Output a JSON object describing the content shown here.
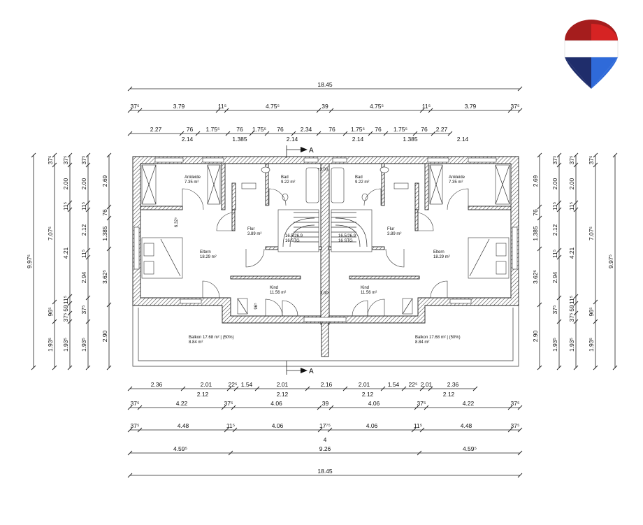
{
  "logo": {
    "icon": "flag-pin-icon",
    "colors": [
      "#a51d1d",
      "#ffffff",
      "#1f2d6b",
      "#2f6ad9"
    ]
  },
  "dims": {
    "top_total": "18.45",
    "top_row1": [
      "37⁵",
      "3.79",
      "11⁵",
      "4.75⁵",
      "39",
      "4.75⁵",
      "11⁵",
      "3.79",
      "37⁵"
    ],
    "top_row2_upper": [
      "2.27",
      "76",
      "1.75⁵",
      "76",
      "1.75⁵",
      "76",
      "2.34",
      "76",
      "1.75⁵",
      "76",
      "1.75⁵",
      "76",
      "2.27"
    ],
    "top_row2_lower": [
      "2.14",
      "1.385",
      "2.14",
      "2.14",
      "1.385",
      "2.14"
    ],
    "bottom_row1_upper": [
      "2.36",
      "2.01",
      "22⁵",
      "1.54",
      "2.01",
      "2.16",
      "2.01",
      "1.54",
      "22⁵",
      "2.01",
      "2.36"
    ],
    "bottom_row1_lower": [
      "2.12",
      "2.12",
      "2.12",
      "2.12"
    ],
    "bottom_row2": [
      "37⁵",
      "4.22",
      "37⁵",
      "4.06",
      "39",
      "4.06",
      "37⁵",
      "4.22",
      "37⁵"
    ],
    "bottom_row3": [
      "37⁵",
      "4.48",
      "11⁵",
      "4.06",
      "17⁷⁵",
      "4.06",
      "11⁵",
      "4.48",
      "37⁵"
    ],
    "bottom_row3_sub": "4",
    "bottom_row4": [
      "4.59⁵",
      "9.26",
      "4.59⁵"
    ],
    "bottom_total": "18.45",
    "left_total": "9.97⁵",
    "left_col2": [
      "37⁵",
      "7.07⁵",
      "96⁵",
      "1.93⁵"
    ],
    "left_col3": [
      "37⁵",
      "2.00",
      "11⁵",
      "4.21",
      "11⁵",
      "59",
      "37⁵",
      "1.93⁵"
    ],
    "left_col4": [
      "37⁵",
      "2.00",
      "11⁵",
      "2.12",
      "11⁵",
      "2.94",
      "37⁵",
      "1.93⁵"
    ],
    "left_col5": [
      "2.69",
      "76",
      "1.385",
      "3.62⁵",
      "2.90"
    ],
    "right_total": "9.97⁵",
    "right_col2": [
      "37⁵",
      "7.07⁵",
      "96⁵",
      "1.93⁵"
    ],
    "right_col3": [
      "37⁵",
      "2.00",
      "11⁵",
      "4.21",
      "11⁵",
      "59",
      "37⁵",
      "1.93⁵"
    ],
    "right_col4": [
      "37⁵",
      "2.00",
      "11⁵",
      "2.12",
      "11⁵",
      "2.94",
      "37⁵",
      "1.93⁵"
    ],
    "right_col5": [
      "2.69",
      "76",
      "1.385",
      "3.62⁵",
      "2.90"
    ]
  },
  "section_marker": "A",
  "rooms": {
    "ankleide_left": {
      "name": "Ankleide",
      "area": "7.35 m²"
    },
    "ankleide_right": {
      "name": "Ankleide",
      "area": "7.35 m²"
    },
    "bad_left": {
      "name": "Bad",
      "area": "9.22 m²"
    },
    "bad_right": {
      "name": "Bad",
      "area": "9.22 m²"
    },
    "flur_left": {
      "name": "Flur",
      "area": "3.89 m²"
    },
    "flur_right": {
      "name": "Flur",
      "area": "3.89 m²"
    },
    "eltern_left": {
      "name": "Eltern",
      "area": "18.29 m²"
    },
    "eltern_right": {
      "name": "Eltern",
      "area": "18.29 m²"
    },
    "kind_left": {
      "name": "Kind",
      "area": "11.56 m²"
    },
    "kind_right": {
      "name": "Kind",
      "area": "11.56 m²"
    },
    "balkon_left": {
      "name": "Balkon 17.68 m² | (50%)",
      "area": "8.84 m²"
    },
    "balkon_right": {
      "name": "Balkon 17.68 m² | (50%)",
      "area": "8.84 m²"
    }
  },
  "stairs": {
    "left": {
      "line1": "16.5/26.9",
      "line2": "16 STG"
    },
    "right": {
      "line1": "16.5/26.9",
      "line2": "16 STG"
    }
  },
  "annotations": {
    "top_center": "+3.00",
    "inner_left": "6.32⁵",
    "door_side": "96⁵",
    "center_height": "3.00"
  }
}
